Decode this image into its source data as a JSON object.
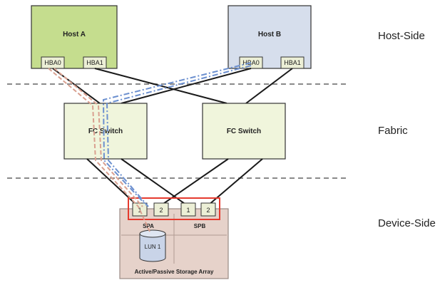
{
  "tiers": {
    "host_side": "Host-Side",
    "fabric": "Fabric",
    "device_side": "Device-Side"
  },
  "hosts": [
    {
      "name": "Host A",
      "hba0": "HBA0",
      "hba1": "HBA1",
      "color": "#c5dd8e"
    },
    {
      "name": "Host B",
      "hba0": "HBA0",
      "hba1": "HBA1",
      "color": "#d6deec"
    }
  ],
  "switches": [
    {
      "name": "FC Switch"
    },
    {
      "name": "FC Switch"
    }
  ],
  "array": {
    "title": "Active/Passive Storage Array",
    "spa": "SPA",
    "spb": "SPB",
    "lun": "LUN 1",
    "ports": [
      "1",
      "2",
      "1",
      "2"
    ],
    "color": "#e6d2ca",
    "highlight_color": "#e53a2e"
  },
  "colors": {
    "switch_fill": "#f0f5dc",
    "port_fill": "#ecefd6",
    "lun_fill": "#c9d4e8",
    "path_red": "#d9a090",
    "path_blue": "#6b8fcf",
    "separator": "#8a8a8a"
  }
}
